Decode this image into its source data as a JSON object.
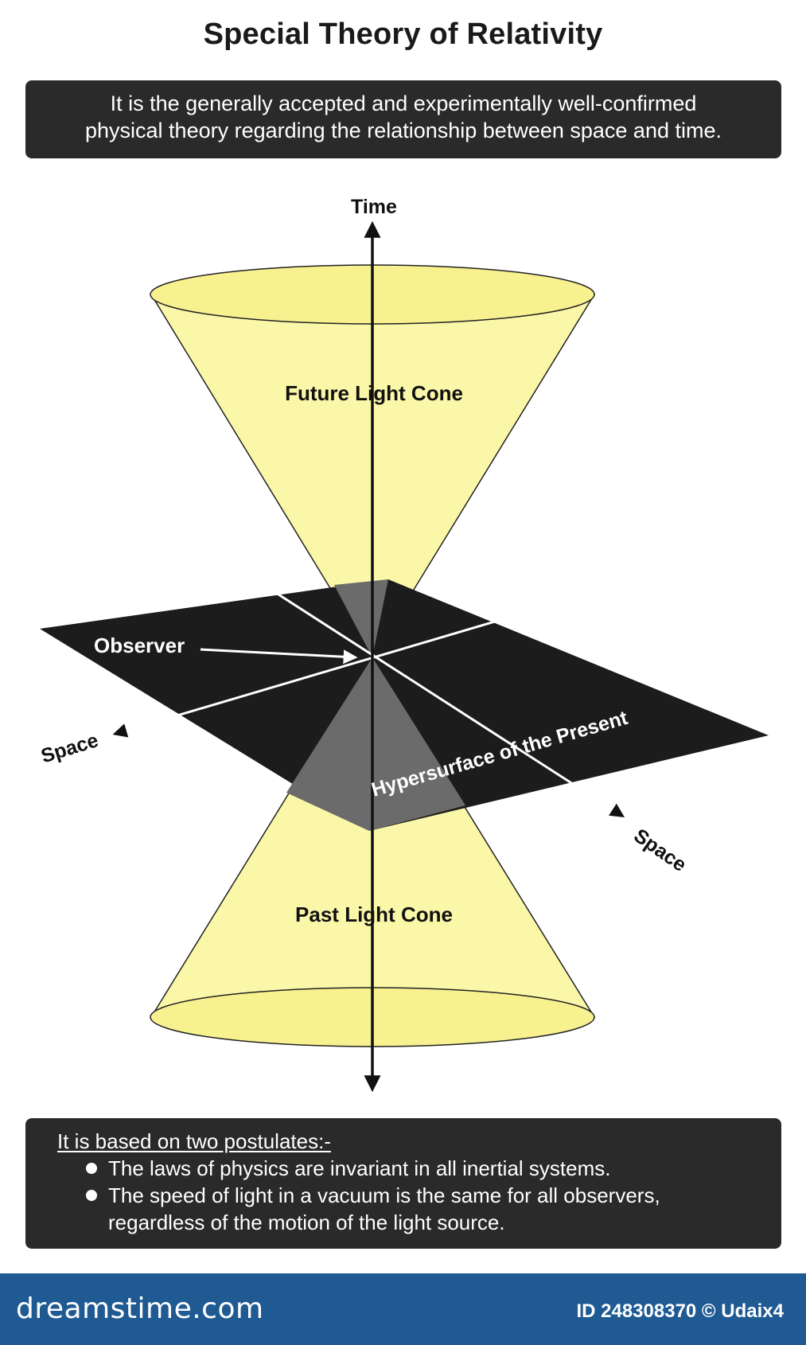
{
  "title": "Special Theory of Relativity",
  "intro": {
    "line1": "It is the generally accepted and experimentally well-confirmed",
    "line2": "physical theory regarding the relationship between space and time."
  },
  "diagram": {
    "time_label": "Time",
    "future_cone_label": "Future Light Cone",
    "past_cone_label": "Past Light Cone",
    "observer_label": "Observer",
    "space_left_label": "Space",
    "space_right_label": "Space",
    "hypersurface_label": "Hypersurface of the Present",
    "colors": {
      "cone_fill": "#fbf7a8",
      "cone_rim": "#f6ee7a",
      "plane": "#1c1c1c",
      "plane_overlap": "#6b6b6b"
    }
  },
  "postulates": {
    "heading": "It is based on two postulates:-",
    "items": [
      "The laws of physics are invariant in all inertial systems.",
      "The speed of light in a vacuum is the same for all observers,"
    ],
    "item2_continuation": "regardless of the motion of the light source."
  },
  "footer": {
    "brand": "dreamstime.com",
    "credit": "ID 248308370 © Udaix4"
  }
}
